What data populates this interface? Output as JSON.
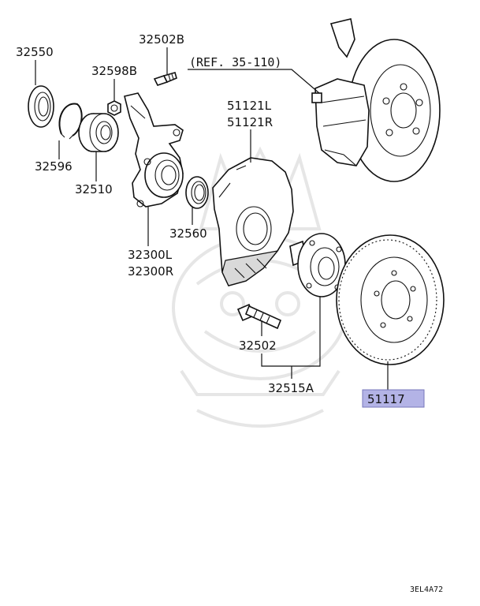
{
  "diagram": {
    "diagram_code": "3EL4A72",
    "reference_note": "(REF. 35-110)",
    "parts": {
      "p32550": "32550",
      "p32502B": "32502B",
      "p32598B": "32598B",
      "p32596": "32596",
      "p32510": "32510",
      "p51121L": "51121L",
      "p51121R": "51121R",
      "p32560": "32560",
      "p32300L": "32300L",
      "p32300R": "32300R",
      "p32502": "32502",
      "p32515A": "32515A",
      "p51117": "51117"
    },
    "highlighted_part": "51117",
    "colors": {
      "highlight": "#b3b3e6",
      "line": "#111111",
      "watermark": "#e6e6e6"
    }
  }
}
